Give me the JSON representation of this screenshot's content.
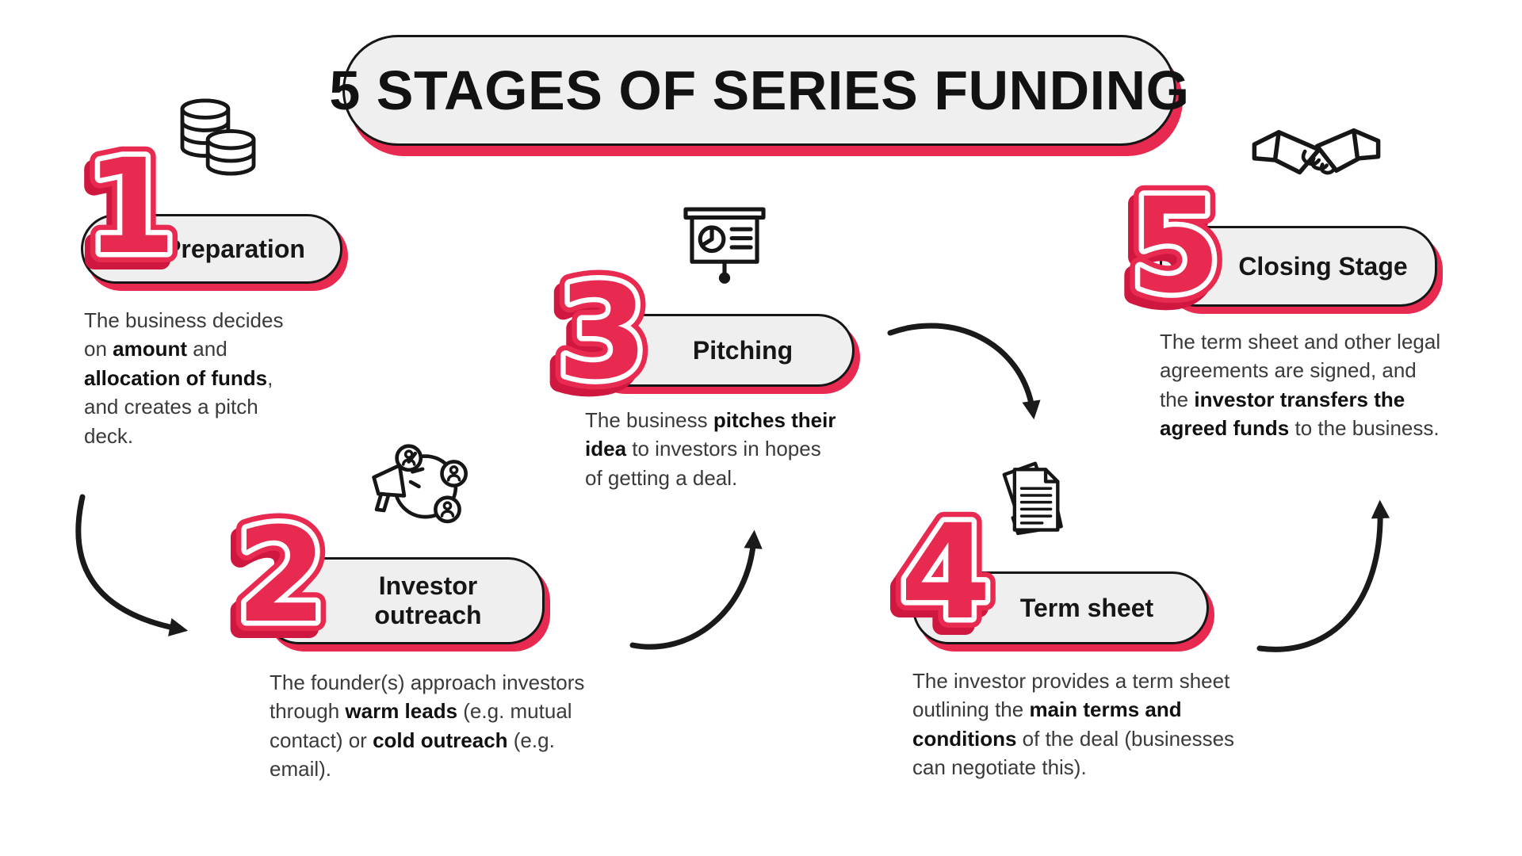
{
  "colors": {
    "accent": "#e82950",
    "accent_dark": "#cf1740",
    "ink": "#161616",
    "pill_bg": "#efefef",
    "text": "#333333",
    "background": "#ffffff"
  },
  "title": "5 STAGES OF SERIES FUNDING",
  "stages": [
    {
      "number": "1",
      "label": "Preparation",
      "icon": "coins-icon",
      "description": [
        {
          "t": "The business decides on "
        },
        {
          "t": "amount",
          "b": true
        },
        {
          "t": " and "
        },
        {
          "t": "allocation of funds",
          "b": true
        },
        {
          "t": ", and creates a pitch deck."
        }
      ]
    },
    {
      "number": "2",
      "label": "Investor\noutreach",
      "icon": "investor-outreach-megaphone-icon",
      "description": [
        {
          "t": "The founder(s) approach investors through "
        },
        {
          "t": "warm leads",
          "b": true
        },
        {
          "t": " (e.g. mutual contact) or "
        },
        {
          "t": "cold outreach",
          "b": true
        },
        {
          "t": " (e.g. email)."
        }
      ]
    },
    {
      "number": "3",
      "label": "Pitching",
      "icon": "pitch-presentation-icon",
      "description": [
        {
          "t": "The business "
        },
        {
          "t": "pitches their idea",
          "b": true
        },
        {
          "t": " to investors in hopes of getting a deal."
        }
      ]
    },
    {
      "number": "4",
      "label": "Term sheet",
      "icon": "term-sheet-documents-icon",
      "description": [
        {
          "t": "The investor provides a term sheet outlining the "
        },
        {
          "t": "main terms and conditions",
          "b": true
        },
        {
          "t": " of the deal (businesses can negotiate this)."
        }
      ]
    },
    {
      "number": "5",
      "label": "Closing Stage",
      "icon": "handshake-icon",
      "description": [
        {
          "t": "The term sheet and other legal agreements are signed, and the "
        },
        {
          "t": "investor transfers the agreed funds",
          "b": true
        },
        {
          "t": " to the business."
        }
      ]
    }
  ]
}
